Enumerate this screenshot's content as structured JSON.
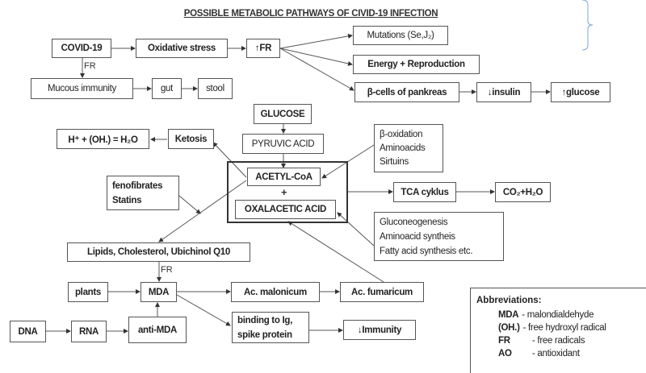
{
  "title": "POSSIBLE METABOLIC PATHWAYS OF CIVID-19 INFECTION",
  "nodes": {
    "covid": "COVID-19",
    "oxidative": "Oxidative stress",
    "fr_up": "↑FR",
    "mutations": "Mutations (Se,J₂)",
    "energy": "Energy + Reproduction",
    "beta_cells": "β-cells of pankreas",
    "insulin": "↓insulin",
    "glucose_up": "↑glucose",
    "mucous": "Mucous immunity",
    "gut": "gut",
    "stool": "stool",
    "glucose": "GLUCOSE",
    "pyruvic": "PYRUVIC ACID",
    "water": "H⁺ + (OH.) = H₂O",
    "ketosis": "Ketosis",
    "acetyl": "ACETYL-CoA",
    "plus": "+",
    "oxalacetic": "OXALACETIC ACID",
    "beta_ox": [
      "β-oxidation",
      "Aminoacids",
      "Sirtuins"
    ],
    "tca": "TCA cyklus",
    "co2": "CO₂+H₂O",
    "fenofibrates": [
      "fenofibrates",
      "Statins"
    ],
    "gluconeo": [
      "Gluconeogenesis",
      "Aminoacid syntheis",
      "Fatty acid synthesis etc."
    ],
    "lipids": "Lipids, Cholesterol, Ubichinol Q10",
    "plants": "plants",
    "mda": "MDA",
    "malonicum": "Ac. malonicum",
    "fumaricum": "Ac. fumaricum",
    "binding": [
      "binding to Ig,",
      "spike protein"
    ],
    "immunity": "↓Immunity",
    "dna": "DNA",
    "rna": "RNA",
    "anti_mda": "anti-MDA"
  },
  "edge_labels": {
    "fr1": "FR",
    "fr2": "FR"
  },
  "abbreviations": {
    "heading": "Abbreviations:",
    "items": [
      {
        "key": "MDA",
        "value": "- malondialdehyde"
      },
      {
        "key": "(OH.)",
        "value": "- free hydroxyl radical"
      },
      {
        "key": "FR",
        "value": "- free radicals"
      },
      {
        "key": "AO",
        "value": " -  antioxidant"
      }
    ]
  },
  "colors": {
    "box_border": "#555555",
    "arrow": "#444444",
    "brace": "#8fb3e0"
  }
}
